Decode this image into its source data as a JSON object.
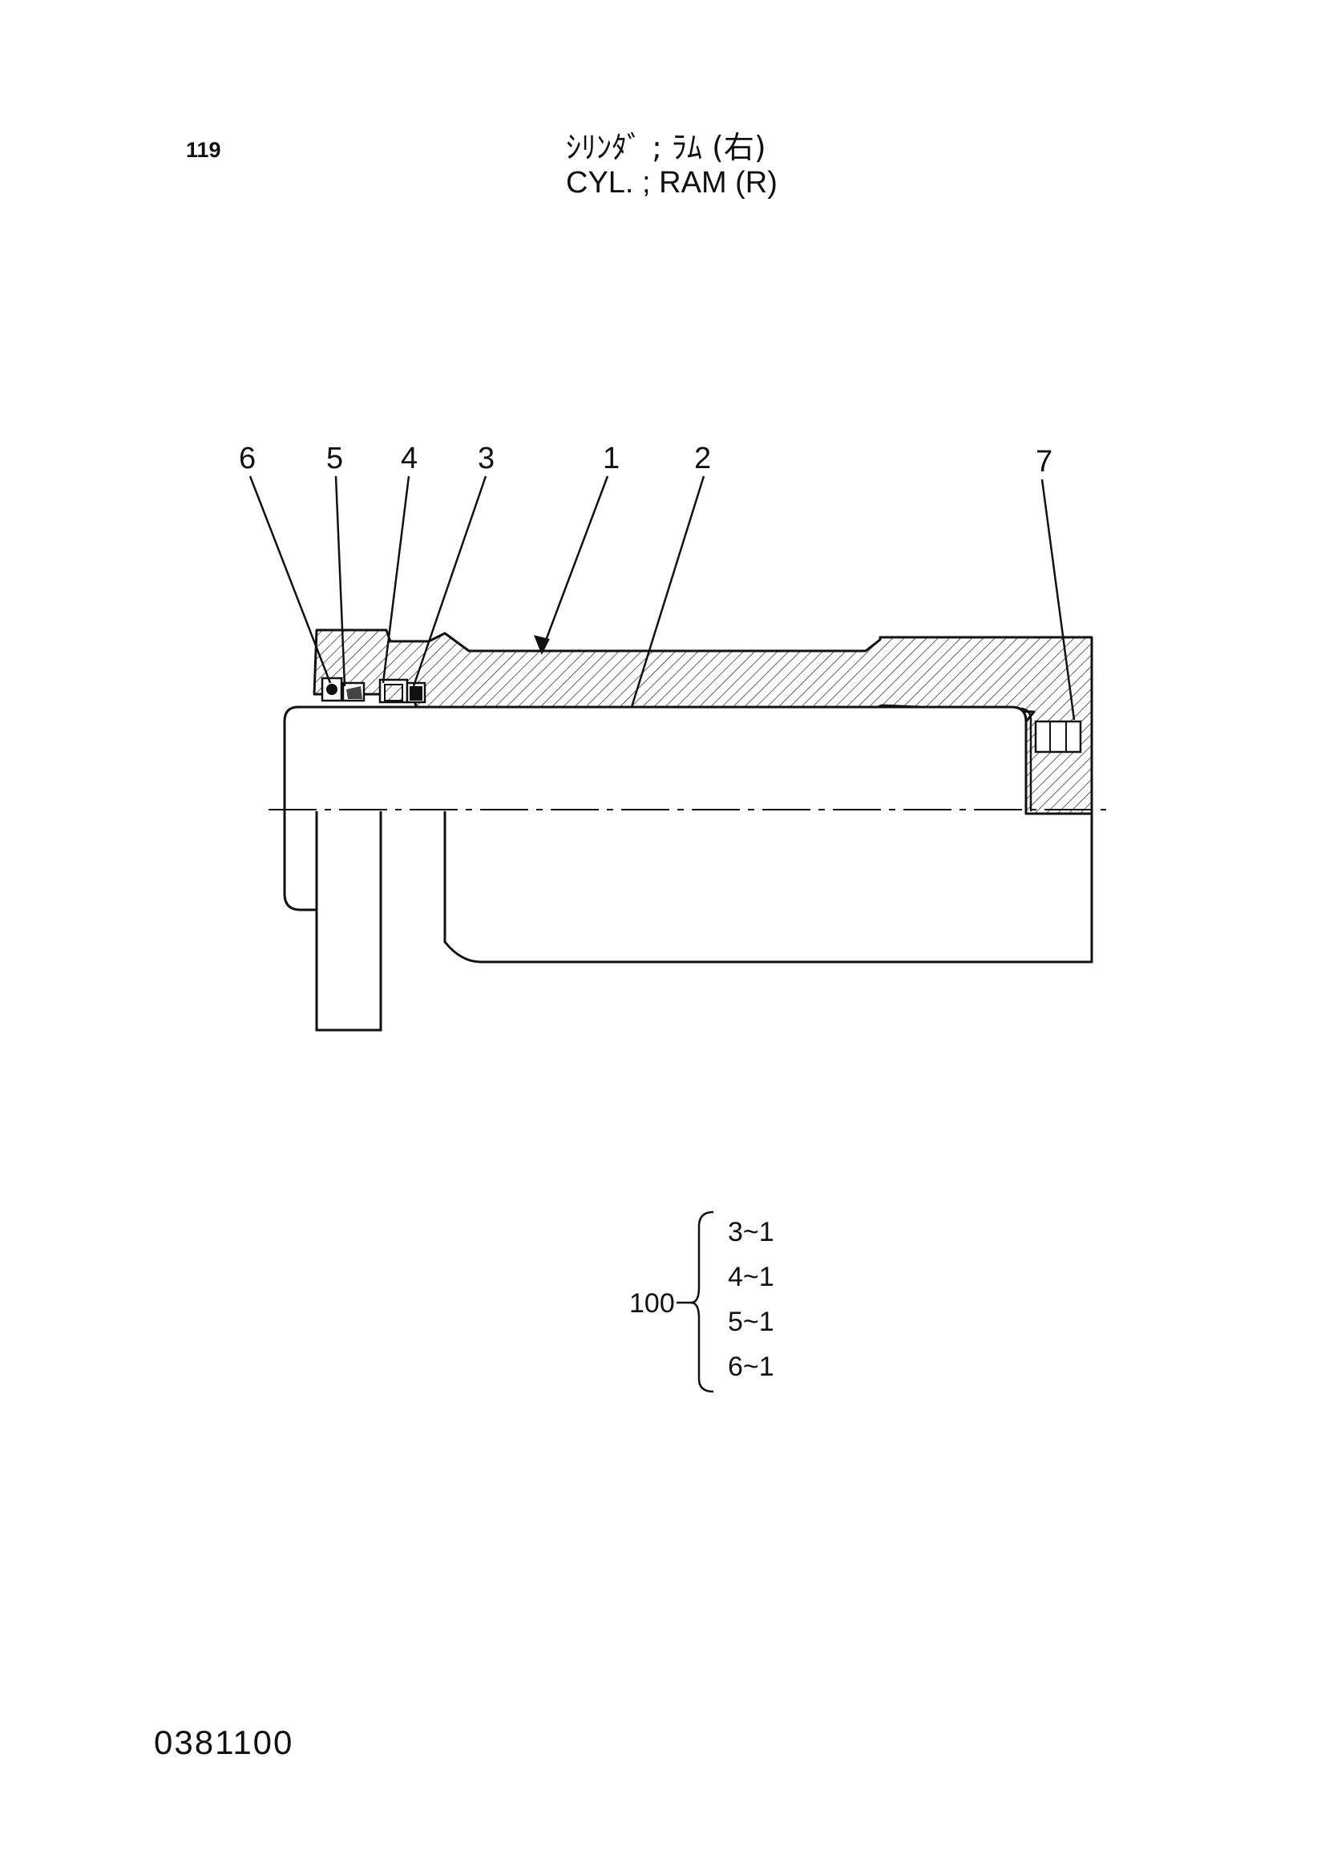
{
  "header": {
    "page_number": "119",
    "title_jp": "ｼﾘﾝﾀﾞ ; ﾗﾑ (右)",
    "title_en": "CYL. ; RAM (R)"
  },
  "callouts": [
    {
      "id": "6",
      "label": "6"
    },
    {
      "id": "5",
      "label": "5"
    },
    {
      "id": "4",
      "label": "4"
    },
    {
      "id": "3",
      "label": "3"
    },
    {
      "id": "1",
      "label": "1"
    },
    {
      "id": "2",
      "label": "2"
    },
    {
      "id": "7",
      "label": "7"
    }
  ],
  "kit": {
    "number": "100",
    "items": [
      "3~1",
      "4~1",
      "5~1",
      "6~1"
    ]
  },
  "footer": {
    "doc_number": "0381100"
  }
}
